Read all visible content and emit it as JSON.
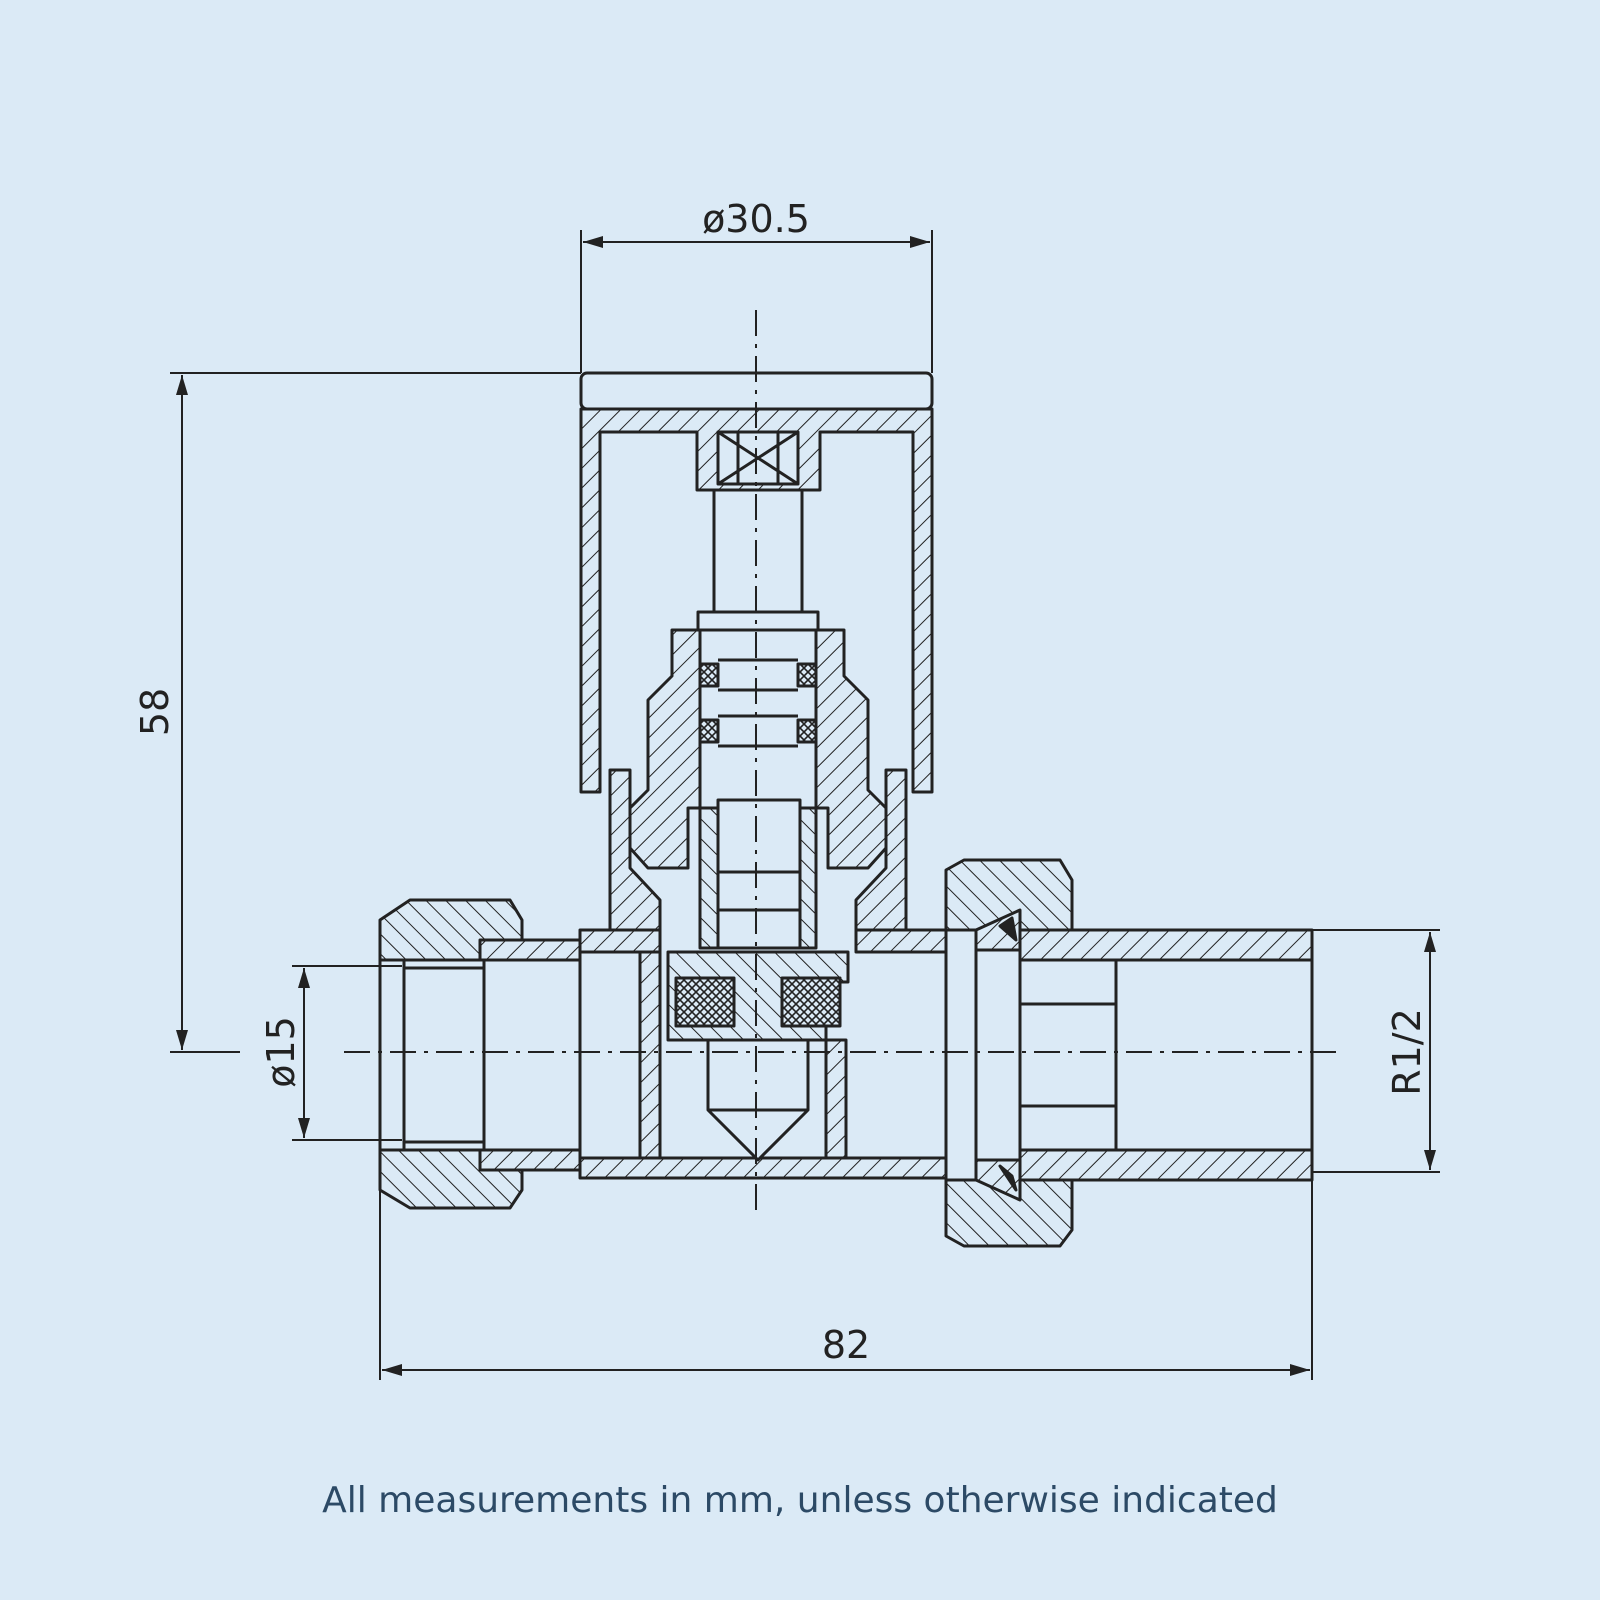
{
  "dimensions": {
    "handle_diameter": "ø30.5",
    "height": "58",
    "pipe_diameter": "ø15",
    "thread": "R1/2",
    "length": "82"
  },
  "footnote": "All measurements in mm, unless otherwise indicated",
  "colors": {
    "background": "#dbeaf6",
    "line": "#222222",
    "footnote": "#2c4a66"
  }
}
